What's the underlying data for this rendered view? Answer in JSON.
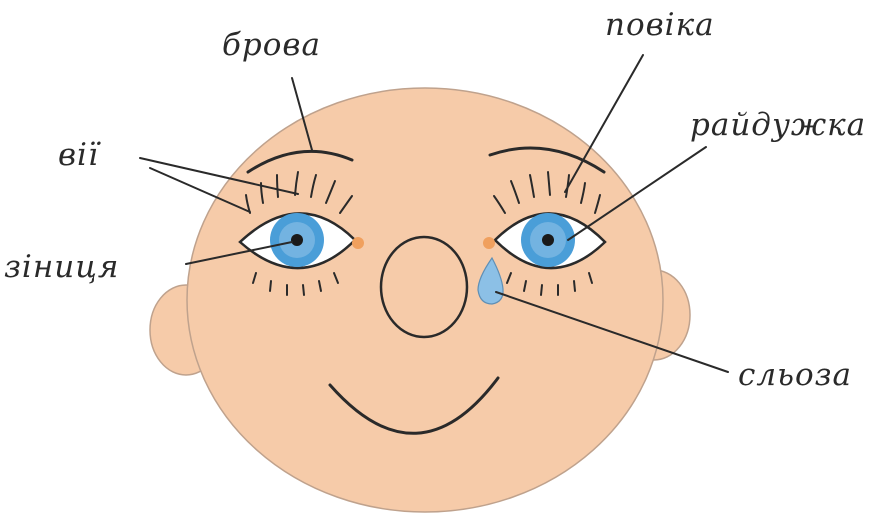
{
  "labels": {
    "eyebrow": "брова",
    "eyelid": "повіка",
    "eyelashes": "вії",
    "iris": "райдужка",
    "pupil": "зіниця",
    "tear": "сльоза"
  },
  "colors": {
    "skin": "#f6cba9",
    "skin_outline": "#bfa28d",
    "iris": "#4a9ed8",
    "iris_light": "#9cc8ea",
    "tear": "#8cc0e6",
    "nose_corner": "#f0a05e",
    "line": "#2a2a2a"
  }
}
